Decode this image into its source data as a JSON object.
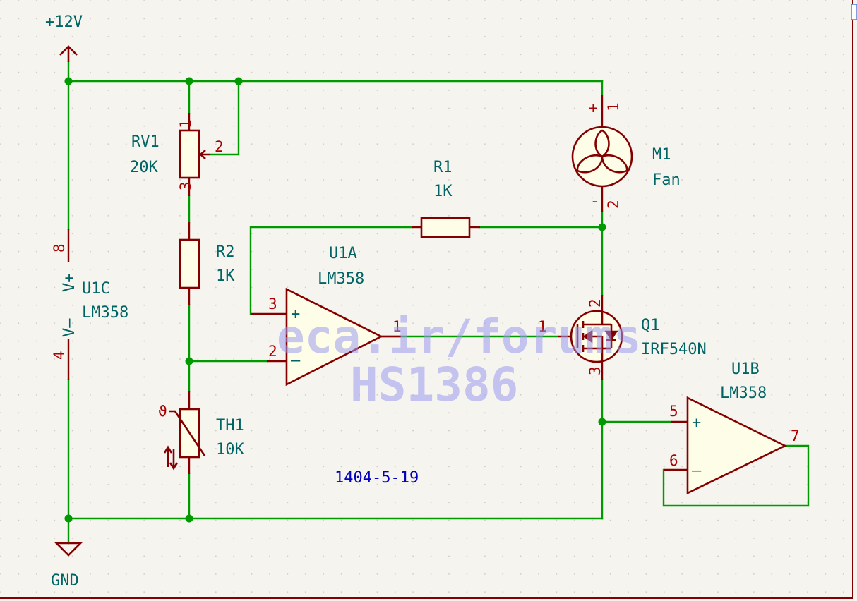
{
  "power": {
    "vcc": "+12V",
    "gnd": "GND"
  },
  "components": {
    "rv1": {
      "ref": "RV1",
      "value": "20K",
      "pins": [
        "1",
        "2",
        "3"
      ]
    },
    "r2": {
      "ref": "R2",
      "value": "1K"
    },
    "r1": {
      "ref": "R1",
      "value": "1K"
    },
    "th1": {
      "ref": "TH1",
      "value": "10K",
      "theta": "ϑ"
    },
    "m1": {
      "ref": "M1",
      "value": "Fan",
      "pins": [
        "1",
        "2"
      ],
      "plus": "+",
      "minus": "-"
    },
    "q1": {
      "ref": "Q1",
      "value": "IRF540N",
      "pins": [
        "1",
        "2",
        "3"
      ]
    },
    "u1a": {
      "ref": "U1A",
      "value": "LM358",
      "pins": [
        "3",
        "2",
        "1"
      ],
      "plus": "+",
      "minus": "–"
    },
    "u1b": {
      "ref": "U1B",
      "value": "LM358",
      "pins": [
        "5",
        "6",
        "7"
      ],
      "plus": "+",
      "minus": "–"
    },
    "u1c": {
      "ref": "U1C",
      "value": "LM358",
      "pins": [
        "8",
        "4"
      ],
      "vplus": "V+",
      "vminus": "V–"
    }
  },
  "date": "1404-5-19",
  "watermark": {
    "line1": "eca.ir/forums",
    "line2": "HS1386"
  },
  "colors": {
    "background": "#f5f4ef",
    "wire": "#009900",
    "symbol": "#840000",
    "label": "#006464",
    "note": "#0000c2",
    "watermark": "#9a9af0"
  }
}
